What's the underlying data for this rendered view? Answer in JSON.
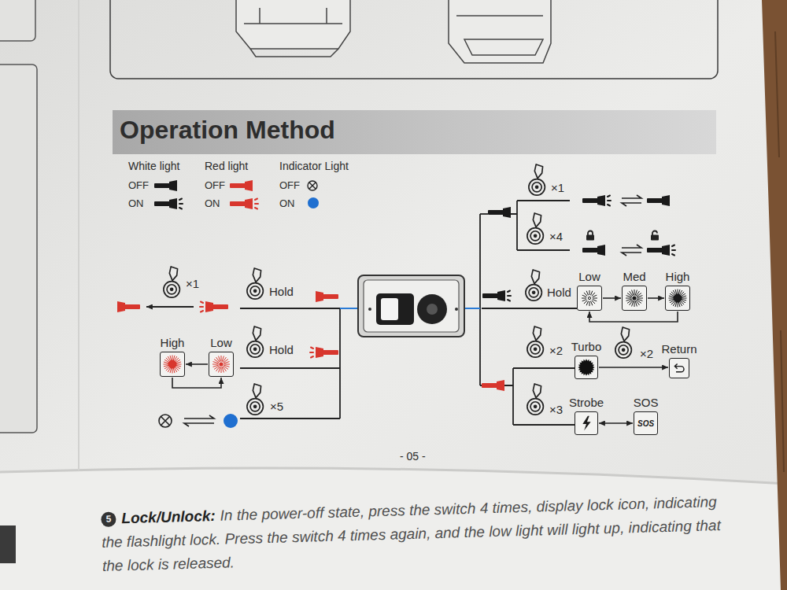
{
  "diagram": {
    "title": "Operation Method",
    "nodes": [
      {
        "text": [
          "Low"
        ]
      },
      {
        "text": [
          "Med"
        ]
      },
      {
        "text": [
          "High"
        ]
      },
      {
        "text": [
          "Turbo"
        ]
      },
      {
        "text": [
          "Return"
        ]
      },
      {
        "text": [
          "Strobe"
        ]
      },
      {
        "text": [
          "SOS",
          "SOS"
        ]
      },
      {
        "text": [
          "High"
        ]
      },
      {
        "text": [
          "Low"
        ]
      }
    ],
    "edges": [
      {
        "from": 0,
        "to": 1,
        "arrow": "to"
      },
      {
        "from": 1,
        "to": 2,
        "arrow": "to"
      },
      {
        "from": 2,
        "to": 0,
        "arrow": "to"
      },
      {
        "from": 3,
        "to": 4,
        "label": "×2",
        "arrow": "to"
      },
      {
        "from": 5,
        "to": 6,
        "arrow": "both"
      },
      {
        "from": 8,
        "to": 7,
        "arrow": "to"
      },
      {
        "from": 7,
        "to": 8,
        "arrow": "to"
      }
    ],
    "labels": [
      "White light",
      "Red light",
      "Indicator Light",
      "×1",
      "Hold",
      "Hold",
      "×5",
      "×1",
      "×4",
      "Hold",
      "×2",
      "×3",
      "- 05 -",
      "5",
      "Lock/Unlock:",
      "In the power-off state, press the switch 4 times, display lock icon, indicating the flashlight lock. Press the switch 4 times again, and the low light will light up, indicating that the lock is released."
    ],
    "legend": [
      {
        "text": "OFF"
      },
      {
        "text": "ON"
      },
      {
        "text": "OFF"
      },
      {
        "text": "ON"
      },
      {
        "text": "OFF"
      },
      {
        "text": "ON",
        "color": "#1f6fd0"
      }
    ]
  }
}
